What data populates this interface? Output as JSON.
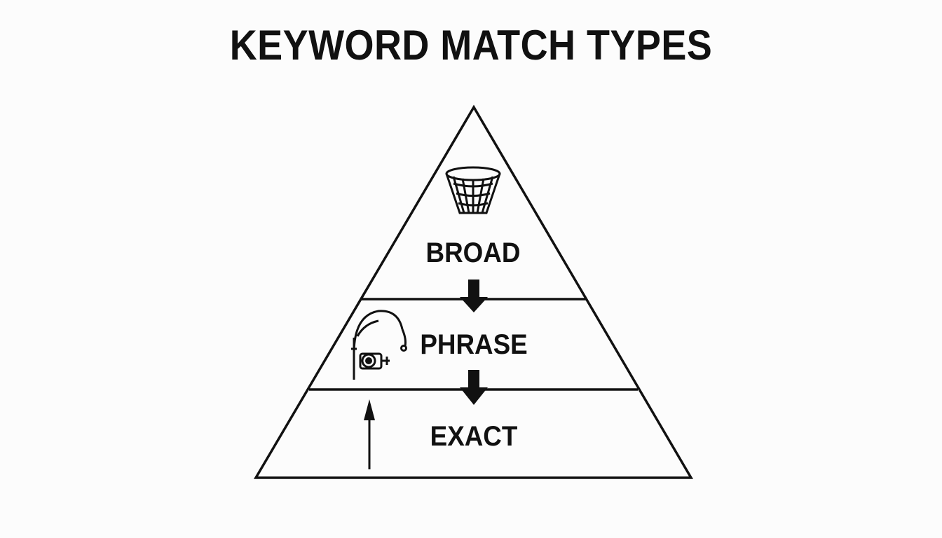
{
  "title": "KEYWORD MATCH TYPES",
  "levels": [
    {
      "label": "BROAD",
      "icon": "net-basket-icon"
    },
    {
      "label": "PHRASE",
      "icon": "fishing-rod-icon"
    },
    {
      "label": "EXACT",
      "icon": "spear-icon"
    }
  ],
  "colors": {
    "stroke": "#111111",
    "background": "#fcfcfc"
  }
}
